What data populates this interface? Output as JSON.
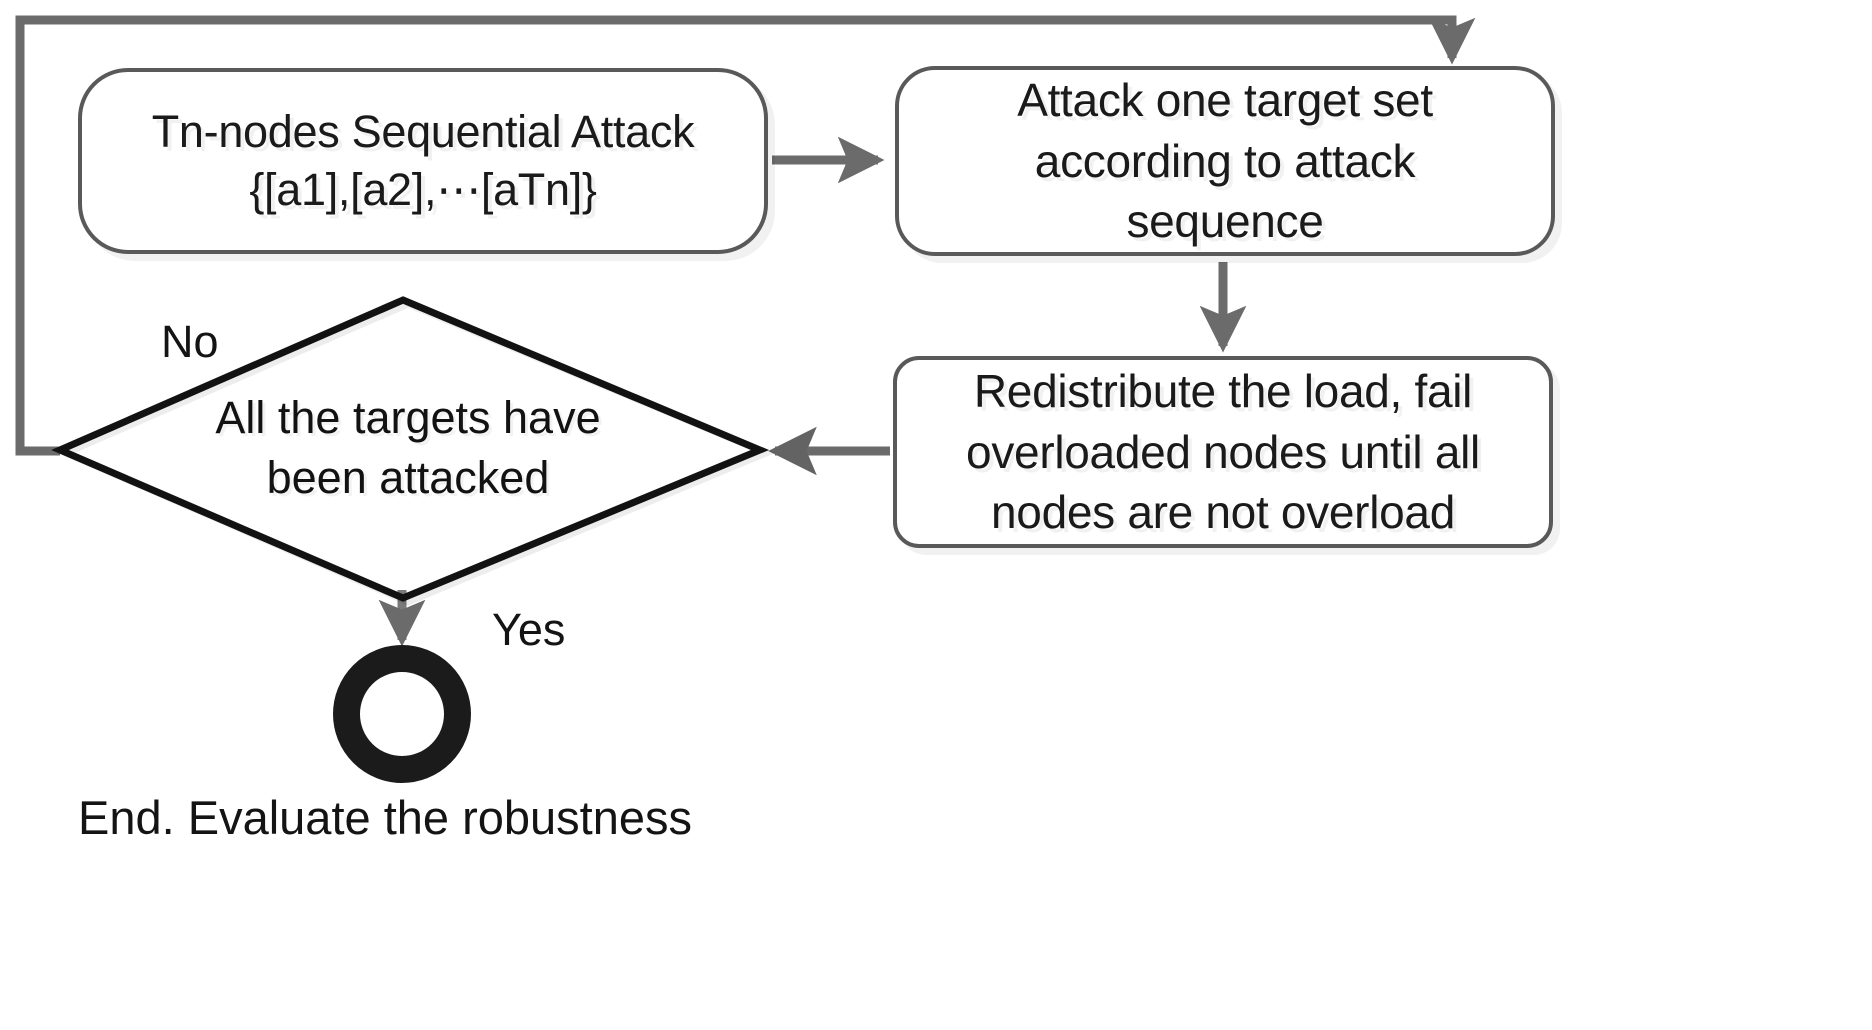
{
  "diagram": {
    "title": "Tn-nodes Sequential Attack flowchart",
    "background_color": "#ffffff",
    "box_border_color": "#595959",
    "diamond_border_color": "#121212",
    "arrow_color": "#595959",
    "dark_arrow_color": "#6b6b6b",
    "end_node_color": "#1b1b1b",
    "text_color": "#141414"
  },
  "nodes": {
    "sequential_attack": {
      "type": "process",
      "text": "Tn-nodes Sequential Attack\n{[a1],[a2],⋯[aTn]}"
    },
    "attack_one_target": {
      "type": "process",
      "text": "Attack one target set\naccording to attack\nsequence"
    },
    "redistribute_load": {
      "type": "process",
      "text": "Redistribute the load, fail\noverloaded nodes until all\nnodes are not overload"
    },
    "all_targets_attacked": {
      "type": "decision",
      "text": "All the targets have\nbeen attacked"
    },
    "end_node": {
      "type": "terminator",
      "text": ""
    }
  },
  "edge_labels": {
    "no": "No",
    "yes": "Yes"
  },
  "captions": {
    "end_caption": "End. Evaluate the robustness"
  }
}
